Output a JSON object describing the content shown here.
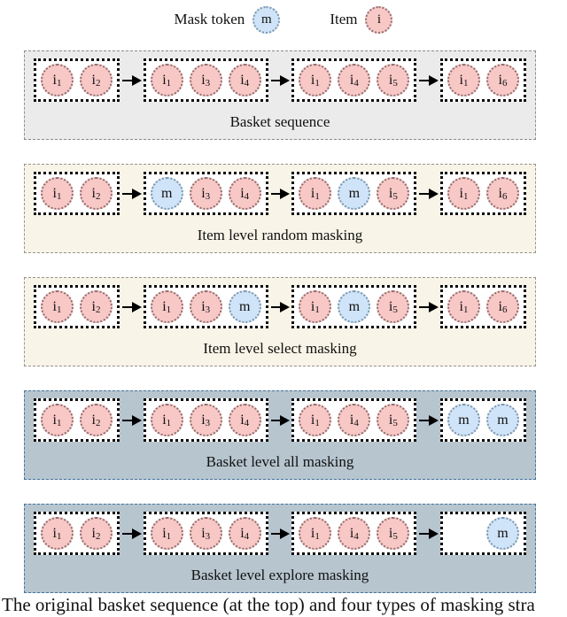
{
  "legend": {
    "mask_label": "Mask token",
    "mask_symbol": "m",
    "item_label": "Item",
    "item_symbol": "i"
  },
  "colors": {
    "item_fill": "#f8c8c6",
    "item_border": "#8f6f6f",
    "mask_fill": "#cfe4f8",
    "mask_border": "#7e96ab",
    "basket_border": "#0a0a0a",
    "arrow": "#000000",
    "panel_styles": {
      "gray": {
        "bg": "#ebebeb",
        "border": "#8c8c8c"
      },
      "cream": {
        "bg": "#f8f4e7",
        "border": "#98948a"
      },
      "blue": {
        "bg": "#b7c5cf",
        "border": "#44749d"
      }
    }
  },
  "panels": [
    {
      "label": "Basket sequence",
      "style": "gray",
      "baskets": [
        [
          "i1",
          "i2"
        ],
        [
          "i1",
          "i3",
          "i4"
        ],
        [
          "i1",
          "i4",
          "i5"
        ],
        [
          "i1",
          "i6"
        ]
      ]
    },
    {
      "label": "Item level random masking",
      "style": "cream",
      "baskets": [
        [
          "i1",
          "i2"
        ],
        [
          "m",
          "i3",
          "i4"
        ],
        [
          "i1",
          "m",
          "i5"
        ],
        [
          "i1",
          "i6"
        ]
      ]
    },
    {
      "label": "Item level select masking",
      "style": "cream",
      "baskets": [
        [
          "i1",
          "i2"
        ],
        [
          "i1",
          "i3",
          "m"
        ],
        [
          "i1",
          "m",
          "i5"
        ],
        [
          "i1",
          "i6"
        ]
      ]
    },
    {
      "label": "Basket level all masking",
      "style": "blue",
      "baskets": [
        [
          "i1",
          "i2"
        ],
        [
          "i1",
          "i3",
          "i4"
        ],
        [
          "i1",
          "i4",
          "i5"
        ],
        [
          "m",
          "m"
        ]
      ]
    },
    {
      "label": "Basket level explore masking",
      "style": "blue",
      "baskets": [
        [
          "i1",
          "i2"
        ],
        [
          "i1",
          "i3",
          "i4"
        ],
        [
          "i1",
          "i4",
          "i5"
        ],
        [
          "blank",
          "m"
        ]
      ]
    }
  ],
  "caption": "The original basket sequence (at the top) and four types of masking stra"
}
